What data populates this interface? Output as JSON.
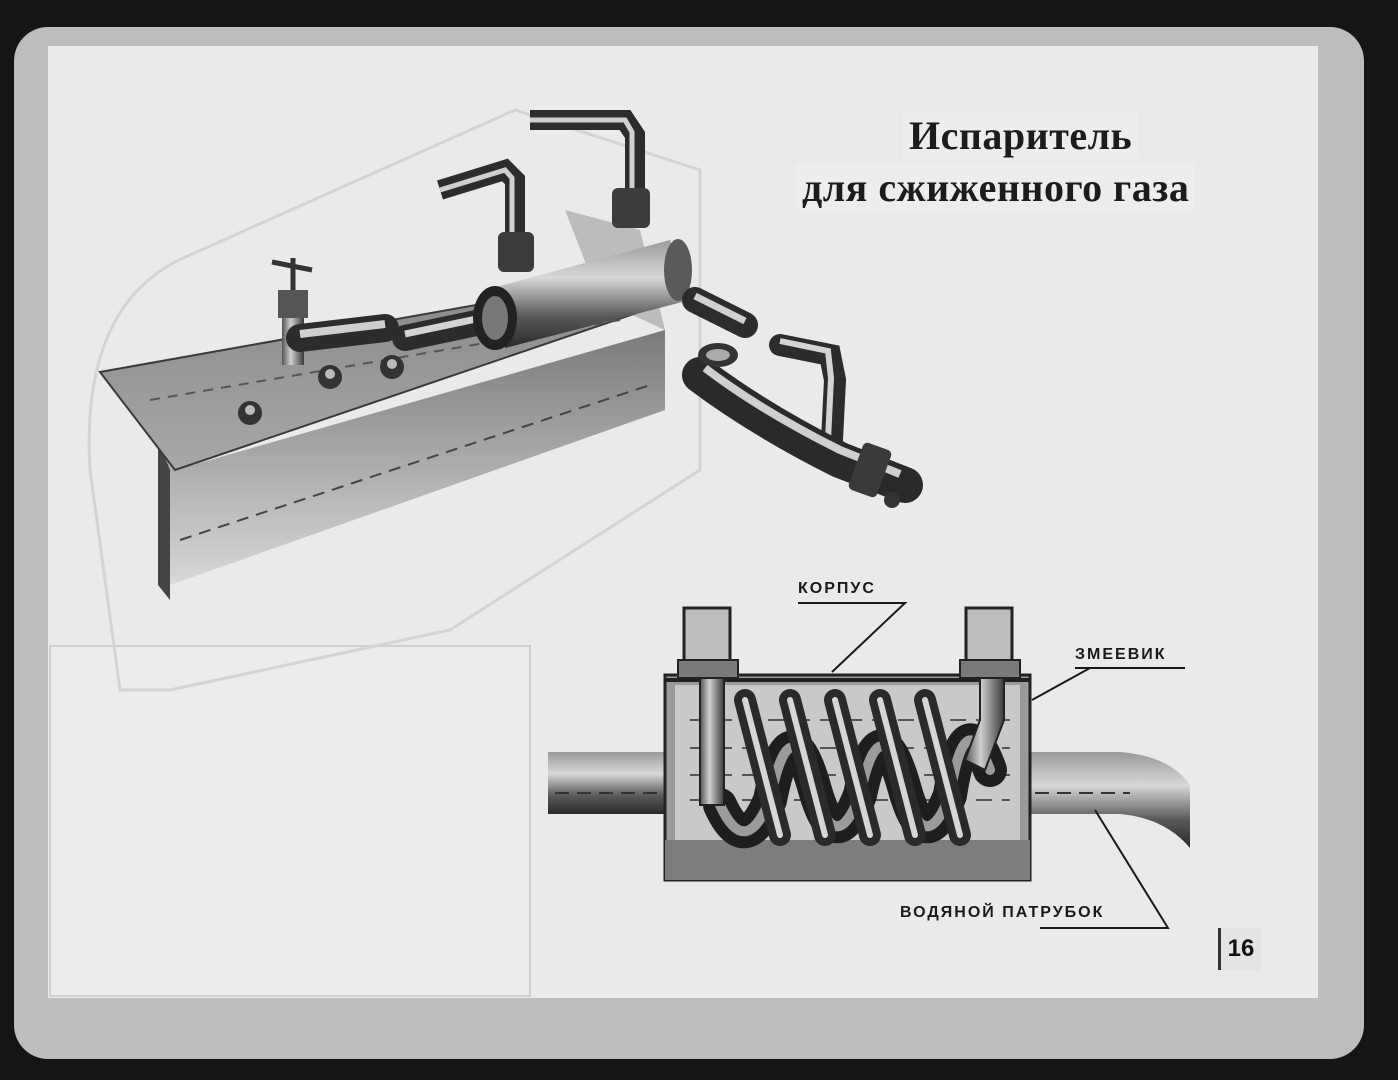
{
  "title": {
    "line1": "Испаритель",
    "line2": "для сжиженного газа"
  },
  "labels": {
    "body": "КОРПУС",
    "coil": "ЗМЕЕВИК",
    "water_pipe": "ВОДЯНОЙ ПАТРУБОК"
  },
  "page_number": "16",
  "colors": {
    "background": "#eaeaea",
    "frame": "#bdbdbd",
    "ink": "#1c1c1c"
  }
}
